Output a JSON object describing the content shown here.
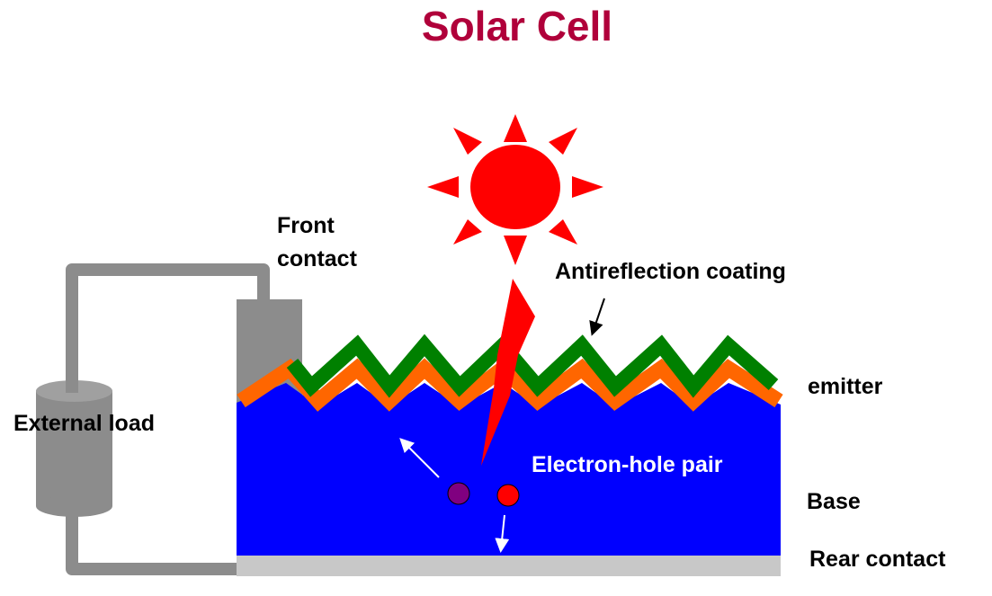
{
  "title": "Solar Cell",
  "labels": {
    "front_contact_line1": "Front",
    "front_contact_line2": "contact",
    "antireflection": "Antireflection coating",
    "emitter": "emitter",
    "external_load": "External load",
    "electron_hole_pair": "Electron-hole pair",
    "base": "Base",
    "rear_contact": "Rear contact"
  },
  "colors": {
    "title": "#b0003a",
    "base": "#0000ff",
    "emitter": "#ff6600",
    "antireflection": "#008000",
    "sun": "#ff0000",
    "wire": "#8c8c8c",
    "rear_contact": "#c8c8c8",
    "electron": "#800080",
    "hole": "#ff0000"
  }
}
